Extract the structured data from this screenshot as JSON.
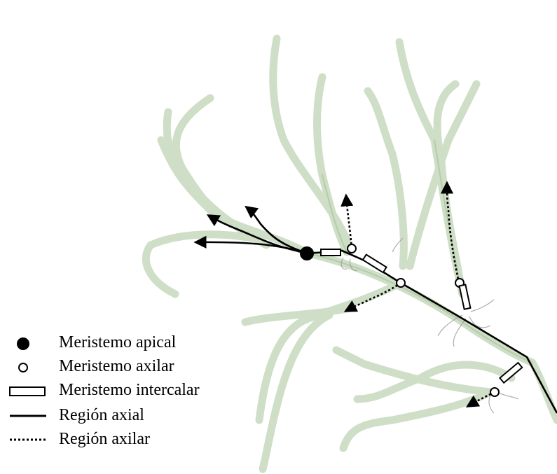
{
  "colors": {
    "alga_fill": "#c9dcc0",
    "alga_stroke": "#a8c4a0",
    "axial_line": "#000000",
    "meristem_fill": "#ffffff",
    "root_hair": "#8a8a8a"
  },
  "legend": {
    "apical": "Meristemo apical",
    "axillary": "Meristemo axilar",
    "intercalary": "Meristemo intercalar",
    "axial_region": "Región axial",
    "axillary_region": "Región axilar"
  },
  "icons": {
    "apical": "filled-circle",
    "axillary": "open-circle",
    "intercalary": "open-rectangle",
    "axial_region": "solid-line",
    "axillary_region": "dotted-line"
  }
}
